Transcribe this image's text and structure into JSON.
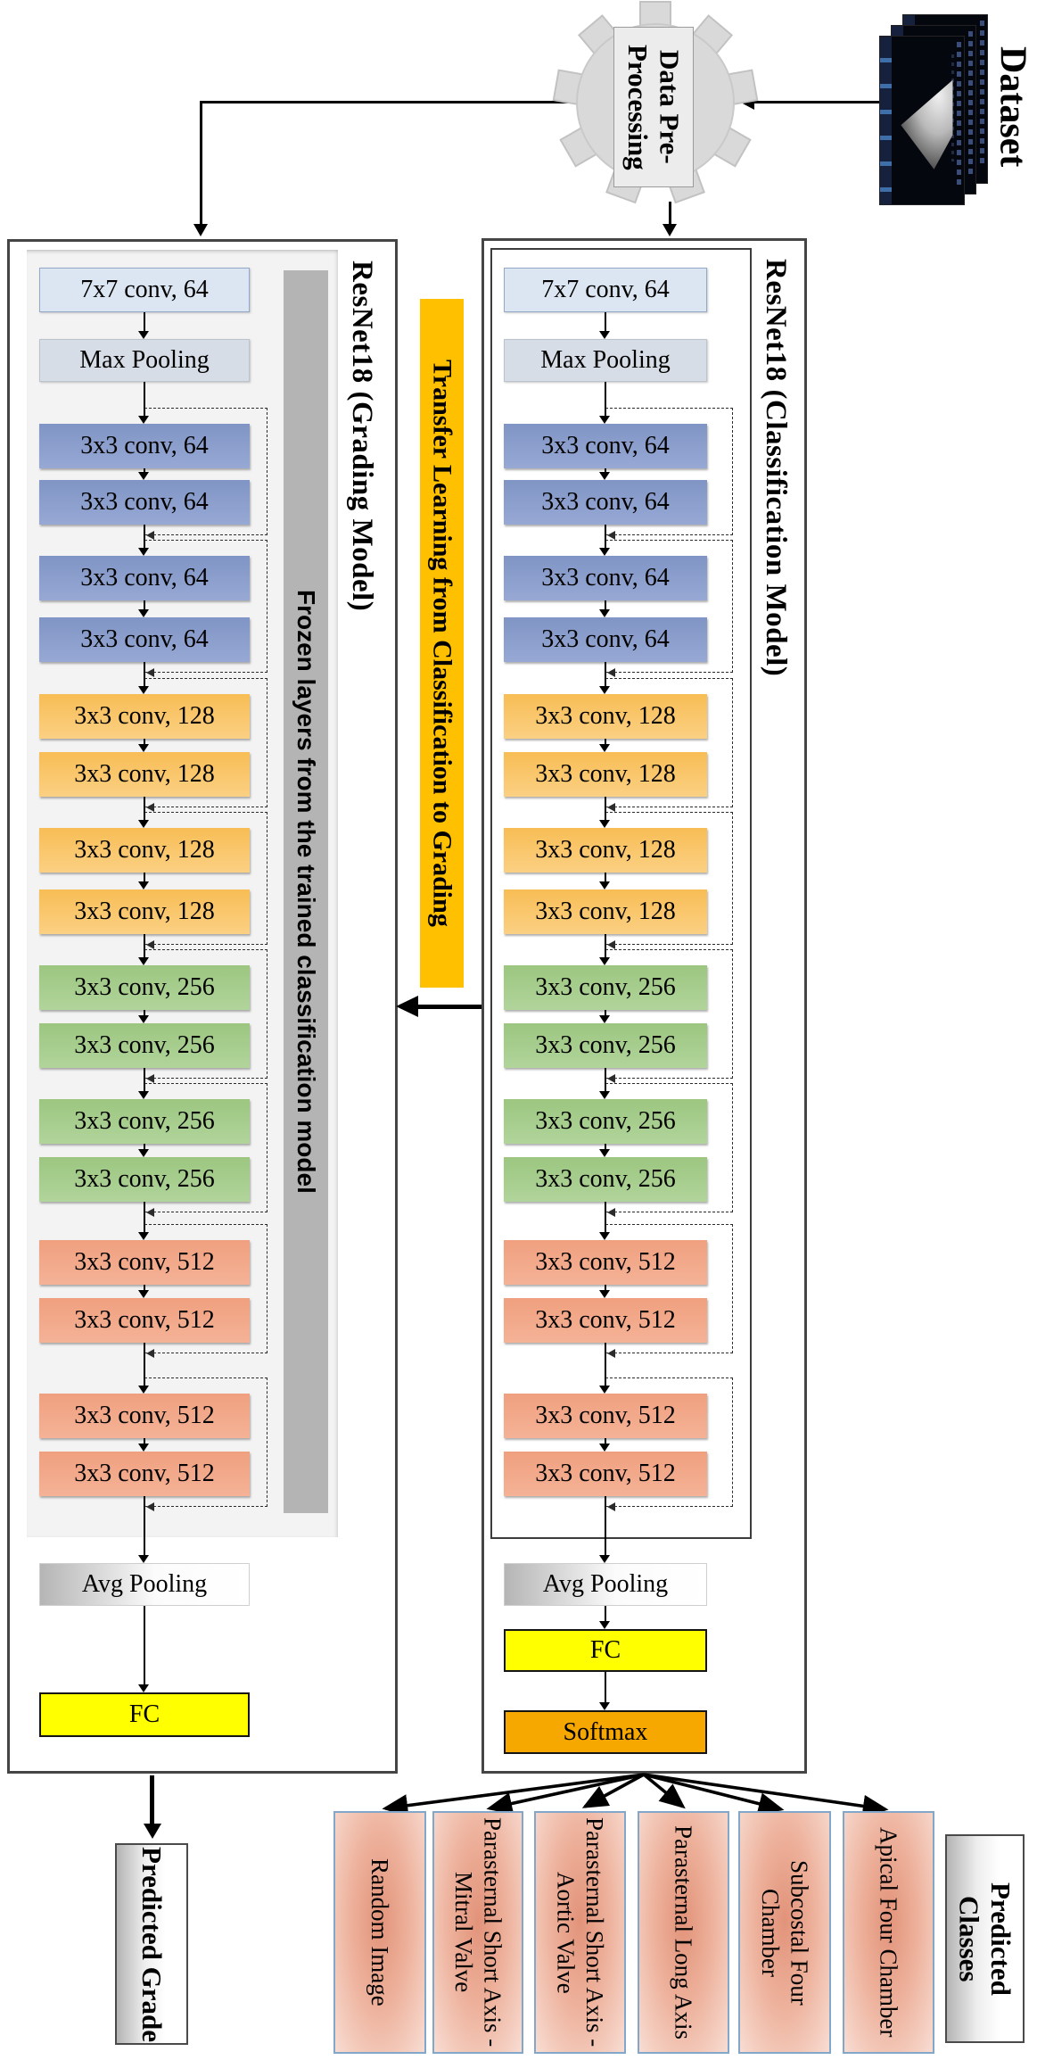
{
  "dataset": {
    "label": "Dataset"
  },
  "preprocessing": {
    "label": "Data Pre-Processing"
  },
  "transfer_banner": {
    "label": "Transfer Learning from Classification to Grading"
  },
  "grading_model": {
    "title": "ResNet18 (Grading Model)",
    "frozen_note": "Frozen layers from the trained classification model",
    "layers": [
      "7x7 conv, 64",
      "Max Pooling",
      "3x3 conv, 64",
      "3x3 conv, 64",
      "3x3 conv, 64",
      "3x3 conv, 64",
      "3x3 conv, 128",
      "3x3 conv, 128",
      "3x3 conv, 128",
      "3x3 conv, 128",
      "3x3 conv, 256",
      "3x3 conv, 256",
      "3x3 conv, 256",
      "3x3 conv, 256",
      "3x3 conv, 512",
      "3x3 conv, 512",
      "3x3 conv, 512",
      "3x3 conv, 512",
      "Avg Pooling",
      "FC"
    ],
    "output_label": "Predicted Grade"
  },
  "classification_model": {
    "title": "ResNet18 (Classification Model)",
    "layers": [
      "7x7 conv, 64",
      "Max Pooling",
      "3x3 conv, 64",
      "3x3 conv, 64",
      "3x3 conv, 64",
      "3x3 conv, 64",
      "3x3 conv, 128",
      "3x3 conv, 128",
      "3x3 conv, 128",
      "3x3 conv, 128",
      "3x3 conv, 256",
      "3x3 conv, 256",
      "3x3 conv, 256",
      "3x3 conv, 256",
      "3x3 conv, 512",
      "3x3 conv, 512",
      "3x3 conv, 512",
      "3x3 conv, 512",
      "Avg Pooling",
      "FC",
      "Softmax"
    ],
    "outputs_title": "Predicted Classes",
    "classes": [
      "Random Image",
      "Parasternal Short Axis - Mitral Valve",
      "Parasternal Short Axis - Aortic Valve",
      "Parasternal Long Axis",
      "Subcostal Four Chamber",
      "Apical Four Chamber"
    ]
  },
  "colors": {
    "banner": "#ffc000",
    "frozen_bar": "#b4b4b4",
    "fc": "#ffff00",
    "softmax": "#f6a700",
    "conv7": "#dce6f2",
    "pool": "#d7dde6"
  }
}
